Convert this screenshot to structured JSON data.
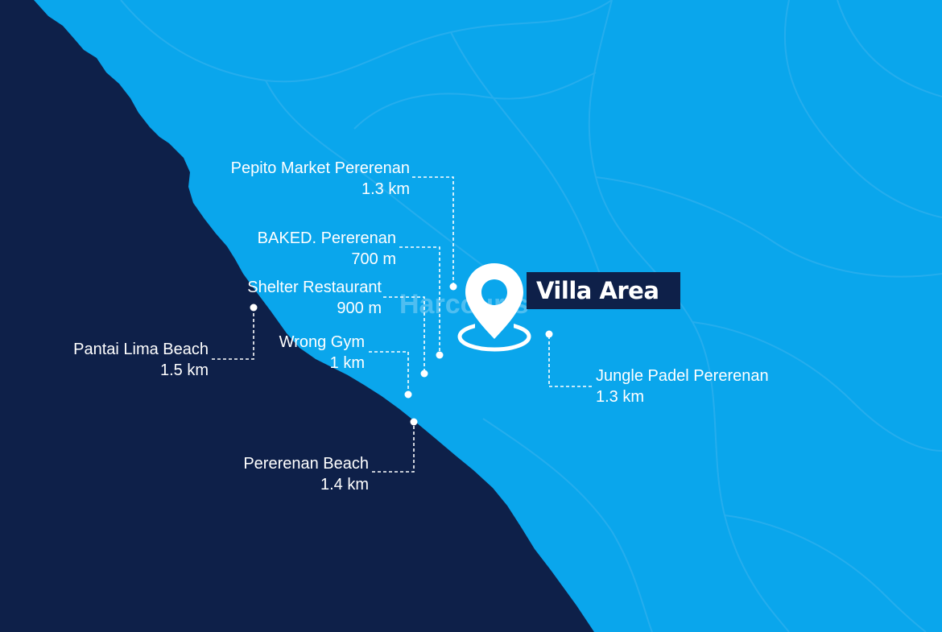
{
  "map": {
    "land_color": "#0aa6ec",
    "sea_color": "#0e2049",
    "road_color": "#3db6f0",
    "label_color": "#ffffff",
    "watermark": "Harcourts"
  },
  "villa": {
    "label": "Villa Area",
    "icon": "location-pin-icon"
  },
  "pois": [
    {
      "id": "pepito-market",
      "name": "Pepito Market Pererenan",
      "distance": "1.3 km"
    },
    {
      "id": "baked",
      "name": "BAKED. Pererenan",
      "distance": "700 m"
    },
    {
      "id": "shelter-restaurant",
      "name": "Shelter Restaurant",
      "distance": "900 m"
    },
    {
      "id": "wrong-gym",
      "name": "Wrong Gym",
      "distance": "1 km"
    },
    {
      "id": "pantai-lima-beach",
      "name": "Pantai Lima Beach",
      "distance": "1.5 km"
    },
    {
      "id": "pererenan-beach",
      "name": "Pererenan Beach",
      "distance": "1.4 km"
    },
    {
      "id": "jungle-padel",
      "name": "Jungle Padel Pererenan",
      "distance": "1.3 km"
    }
  ]
}
